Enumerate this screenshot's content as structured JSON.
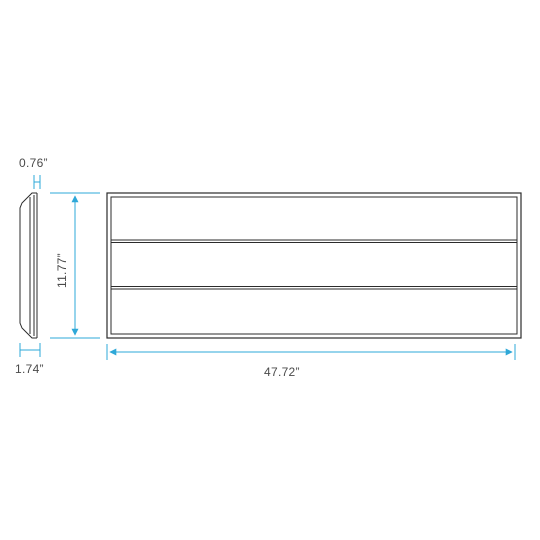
{
  "dimensions": {
    "depth_top": "0.76”",
    "width": "11.77”",
    "depth_bottom": "1.74”",
    "length": "47.72”"
  },
  "colors": {
    "dimension_line": "#2ea8d8",
    "outline": "#2b2b2b",
    "text": "#4a4a4a"
  }
}
